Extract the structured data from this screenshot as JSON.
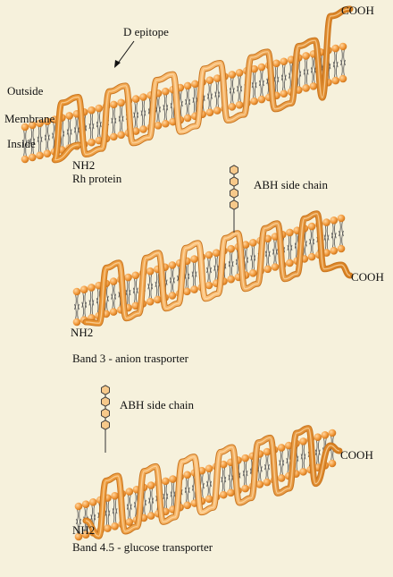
{
  "colors": {
    "background": "#f6f1dc",
    "protein": "#f0a447",
    "protein_dark": "#c9741d",
    "lipid_head": "#f2a54a",
    "lipid_tail": "#555555"
  },
  "panels": [
    {
      "id": "rh",
      "cooh": "COOH",
      "nh2": "NH2",
      "name": "Rh protein",
      "epitope": "D epitope",
      "side_chain": ""
    },
    {
      "id": "band3",
      "cooh": "COOH",
      "nh2": "NH2",
      "name": "Band 3 - anion trasporter",
      "epitope": "",
      "side_chain": "ABH side chain"
    },
    {
      "id": "band45",
      "cooh": "COOH",
      "nh2": "NH2",
      "name": "Band 4.5 - glucose transporter",
      "epitope": "",
      "side_chain": "ABH side chain"
    }
  ],
  "side_labels": {
    "outside": "Outside",
    "membrane": "Membrane",
    "inside": "Inside"
  },
  "icons": [
    "epitope-arrow-icon",
    "hexagon-chain-icon"
  ]
}
